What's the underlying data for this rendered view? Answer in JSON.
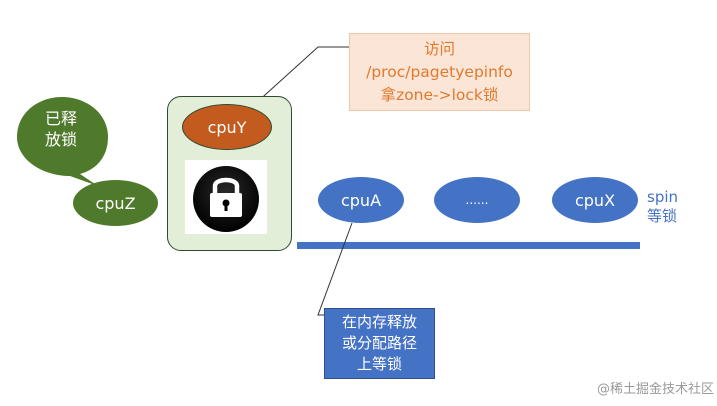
{
  "nodes": {
    "cpuY": "cpuY",
    "cpuZ": "cpuZ",
    "cpuA": "cpuA",
    "dots": "......",
    "cpuX": "cpuX"
  },
  "released_bubble": [
    "已释",
    "放锁"
  ],
  "callout_top": [
    "访问",
    "/proc/pagetyepinfo",
    "拿zone->lock锁"
  ],
  "callout_bottom": [
    "在内存释放",
    "或分配路径",
    "上等锁"
  ],
  "spin_label": [
    "spin",
    "等锁"
  ],
  "watermark": "@稀土掘金技术社区",
  "colors": {
    "cpuY": "#c35a1e",
    "cpuZ": "#4f7a2c",
    "waiting_cpu": "#4472c4",
    "lock_box": "#e3eed9",
    "callout_top_bg": "#fbe5d6",
    "callout_top_text": "#e07a2e",
    "spin_text": "#4472c4"
  },
  "icons": [
    "lock-icon"
  ]
}
